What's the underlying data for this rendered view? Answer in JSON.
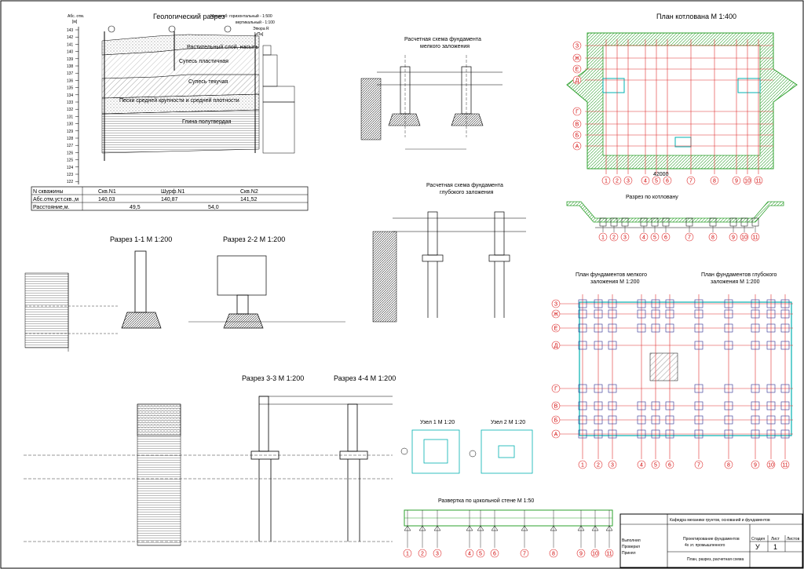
{
  "geo_section": {
    "title": "Геологический разрез",
    "scale_h": "Масштаб: горизонтальный - 1:500",
    "scale_v": "вертикальный - 1:100",
    "abs_label": "Абс. отм.",
    "abs_unit": "[м]",
    "epure_label": "Эпюра R",
    "epure_unit": "[кПа]",
    "elevations": [
      "143",
      "142",
      "141",
      "140",
      "139",
      "138",
      "137",
      "136",
      "135",
      "134",
      "133",
      "132",
      "131",
      "130",
      "129",
      "128",
      "127",
      "126",
      "125",
      "124",
      "123",
      "122"
    ],
    "layers": [
      "Растительный слой, насыпь",
      "Супесь пластичная",
      "Супесь текучая",
      "Пески средней крупности и средней плотности",
      "Глина полутвердая"
    ],
    "table": {
      "row_labels": [
        "N скважины",
        "Абс.отм.уст.скв.,м",
        "Расстояние,м."
      ],
      "wells": [
        "Скв.N1",
        "Шурф.N1",
        "Скв.N2"
      ],
      "marks": [
        "140,03",
        "140,87",
        "141,52"
      ],
      "distances": [
        "49,5",
        "54,0"
      ]
    }
  },
  "shallow_scheme": {
    "title_line1": "Расчетная схема фундамента",
    "title_line2": "мелкого заложения"
  },
  "deep_scheme": {
    "title_line1": "Расчетная схема фундамента",
    "title_line2": "глубокого заложения"
  },
  "pit_plan": {
    "title": "План котлована М 1:400",
    "row_axes": [
      "З",
      "Ж",
      "Е",
      "Д",
      "Г",
      "В",
      "Б",
      "А"
    ],
    "col_axes": [
      "1",
      "2",
      "3",
      "4",
      "5",
      "6",
      "7",
      "8",
      "9",
      "10",
      "11"
    ],
    "overall": "42000"
  },
  "pit_section": {
    "title": "Разрез по котловану"
  },
  "section_1_1": {
    "title": "Разрез 1-1 М 1:200"
  },
  "section_2_2": {
    "title": "Разрез 2-2 М 1:200"
  },
  "section_3_3": {
    "title": "Разрез 3-3 М 1:200"
  },
  "section_4_4": {
    "title": "Разрез 4-4 М 1:200"
  },
  "shallow_plan": {
    "title_line1": "План фундаментов мелкого",
    "title_line2": "заложения М 1:200"
  },
  "deep_plan": {
    "title_line1": "План фундаментов глубокого",
    "title_line2": "заложения М 1:200"
  },
  "node1": {
    "title": "Узел 1 М 1:20"
  },
  "node2": {
    "title": "Узел 2 М 1:20"
  },
  "wall_dev": {
    "title": "Развертка по цокольной стене М 1:50"
  },
  "stamp": {
    "org": "Кафедра механики грунтов, оснований и фундаментов",
    "project_line1": "Проектирование фундаментов",
    "project_line2": "4х эт. промышленного",
    "sheet_desc": "План, разрез, расчетная схема",
    "stage_label": "Стадия",
    "sheet_label": "Лист",
    "sheets_label": "Листов",
    "stage": "У",
    "sheet": "1",
    "roles": [
      "Выполнил",
      "Проверил",
      "Принял"
    ]
  }
}
